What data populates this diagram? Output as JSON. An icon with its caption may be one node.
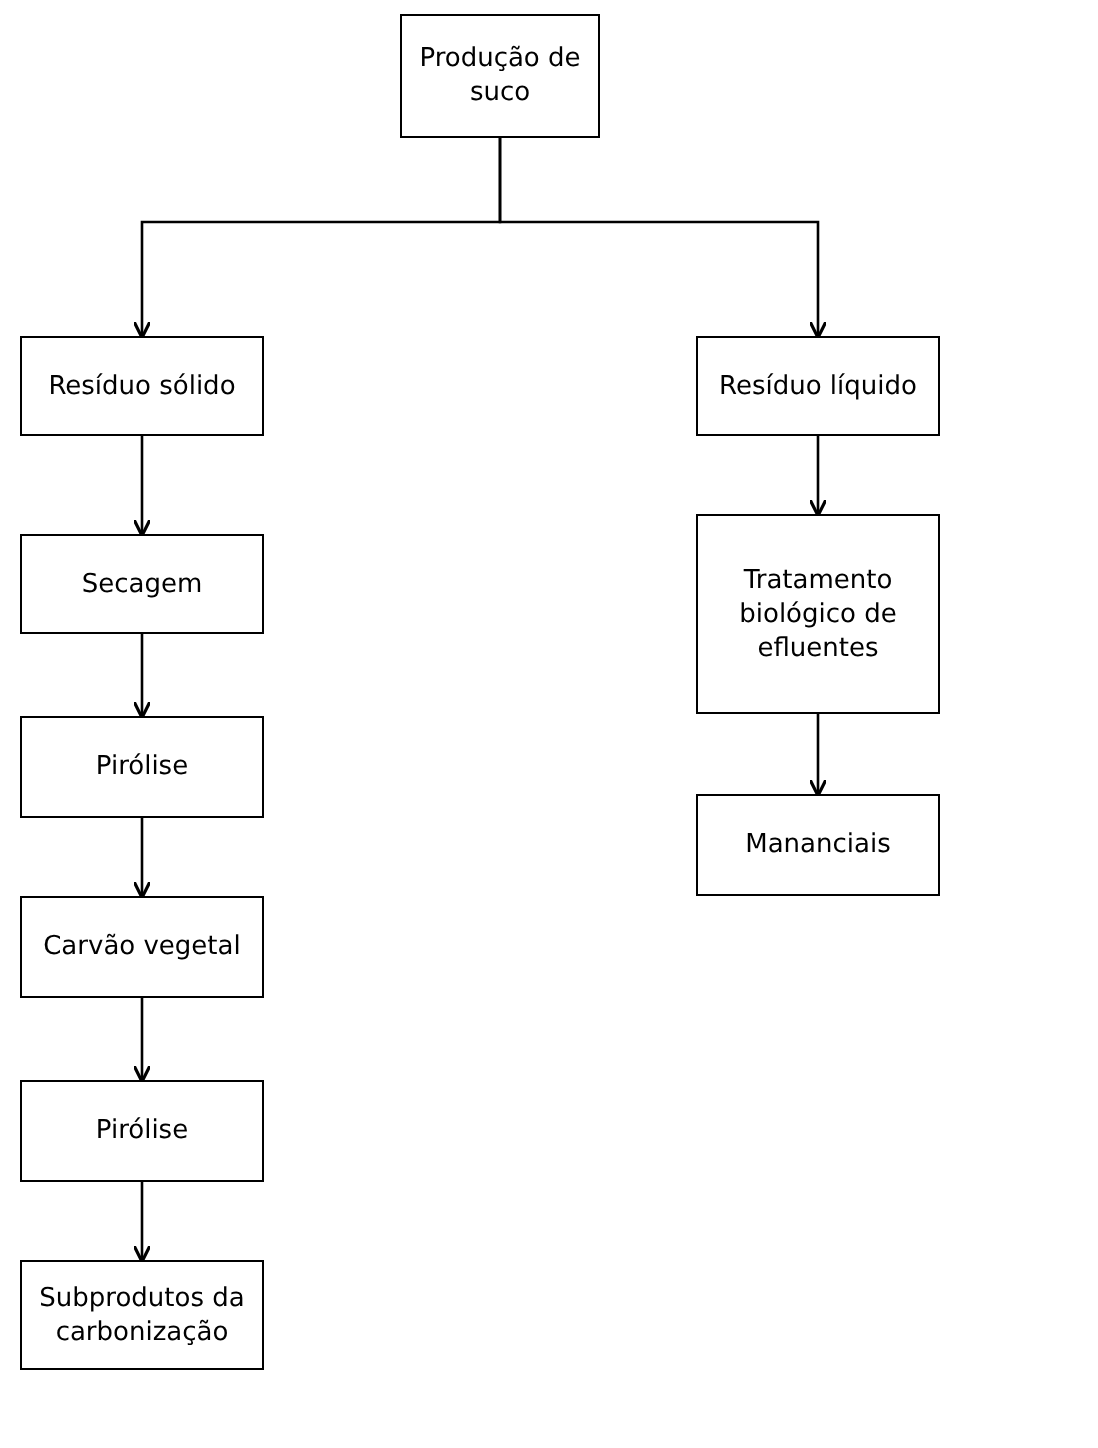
{
  "diagram": {
    "nodes": [
      {
        "text": [
          "Produção de suco"
        ]
      },
      {
        "text": [
          "Resíduo sólido"
        ]
      },
      {
        "text": [
          "Secagem"
        ]
      },
      {
        "text": [
          "Pirólise"
        ]
      },
      {
        "text": [
          "Carvão vegetal"
        ]
      },
      {
        "text": [
          "Pirólise"
        ]
      },
      {
        "text": [
          "Subprodutos da carbonização"
        ]
      },
      {
        "text": [
          "Resíduo líquido"
        ]
      },
      {
        "text": [
          "Tratamento biológico de efluentes"
        ]
      },
      {
        "text": [
          "Mananciais"
        ]
      }
    ],
    "edges": [
      {
        "from": 0,
        "to": 1,
        "arrow": "to"
      },
      {
        "from": 0,
        "to": 7,
        "arrow": "to"
      },
      {
        "from": 1,
        "to": 2,
        "arrow": "to"
      },
      {
        "from": 2,
        "to": 3,
        "arrow": "to"
      },
      {
        "from": 3,
        "to": 4,
        "arrow": "to"
      },
      {
        "from": 4,
        "to": 5,
        "arrow": "to"
      },
      {
        "from": 5,
        "to": 6,
        "arrow": "to"
      },
      {
        "from": 7,
        "to": 8,
        "arrow": "to"
      },
      {
        "from": 8,
        "to": 9,
        "arrow": "to"
      }
    ]
  }
}
